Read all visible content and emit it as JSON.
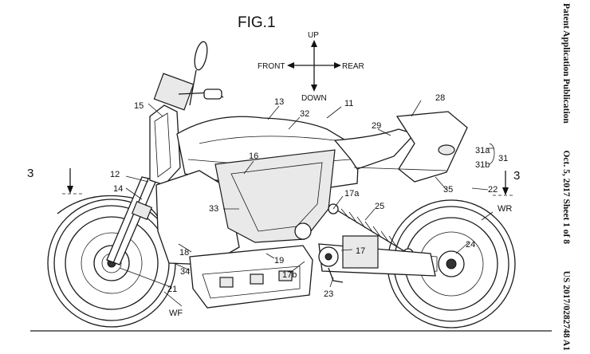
{
  "header": {
    "publication": "Patent Application Publication",
    "date_sheet": "Oct. 5, 2017   Sheet 1 of 8",
    "number": "US 2017/0282748 A1"
  },
  "figure": {
    "title": "FIG.1",
    "directions": {
      "up": "UP",
      "down": "DOWN",
      "front": "FRONT",
      "rear": "REAR"
    },
    "section_marker": "3",
    "labels": {
      "l11": "11",
      "l12": "12",
      "l13": "13",
      "l14": "14",
      "l15": "15",
      "l16": "16",
      "l17": "17",
      "l17a": "17a",
      "l17b": "17b",
      "l18": "18",
      "l19": "19",
      "l21": "21",
      "l22": "22",
      "l23": "23",
      "l24": "24",
      "l25": "25",
      "l28": "28",
      "l29": "29",
      "l31": "31",
      "l31a": "31a",
      "l31b": "31b",
      "l32": "32",
      "l33": "33",
      "l34": "34",
      "l35": "35",
      "wf": "WF",
      "wr": "WR"
    }
  }
}
